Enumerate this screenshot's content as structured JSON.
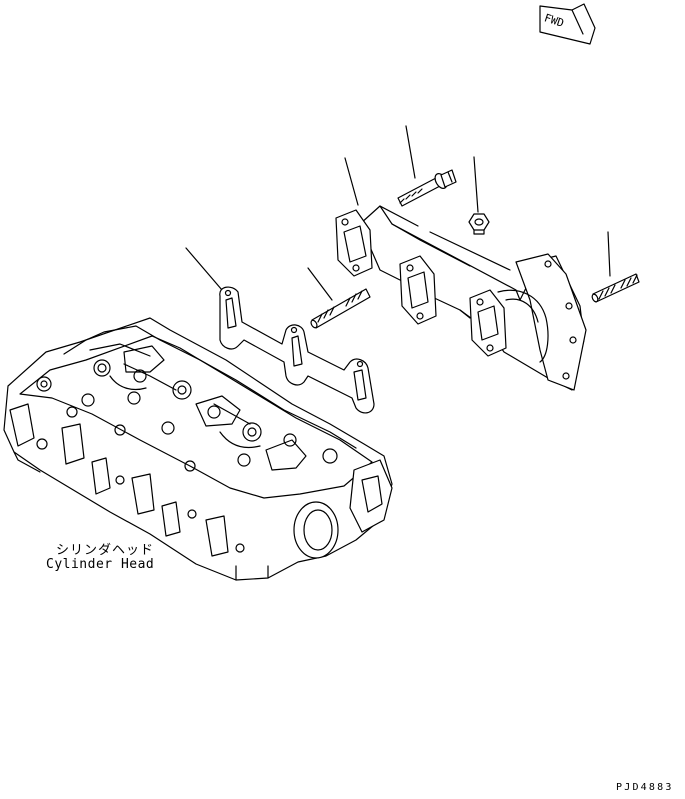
{
  "labels": {
    "cylinder_head_jp": "シリンダヘッド",
    "cylinder_head_en": "Cylinder Head",
    "fwd": "FWD",
    "drawing_code": "PJD4883"
  },
  "colors": {
    "ink": "#000000",
    "paper": "#ffffff"
  }
}
